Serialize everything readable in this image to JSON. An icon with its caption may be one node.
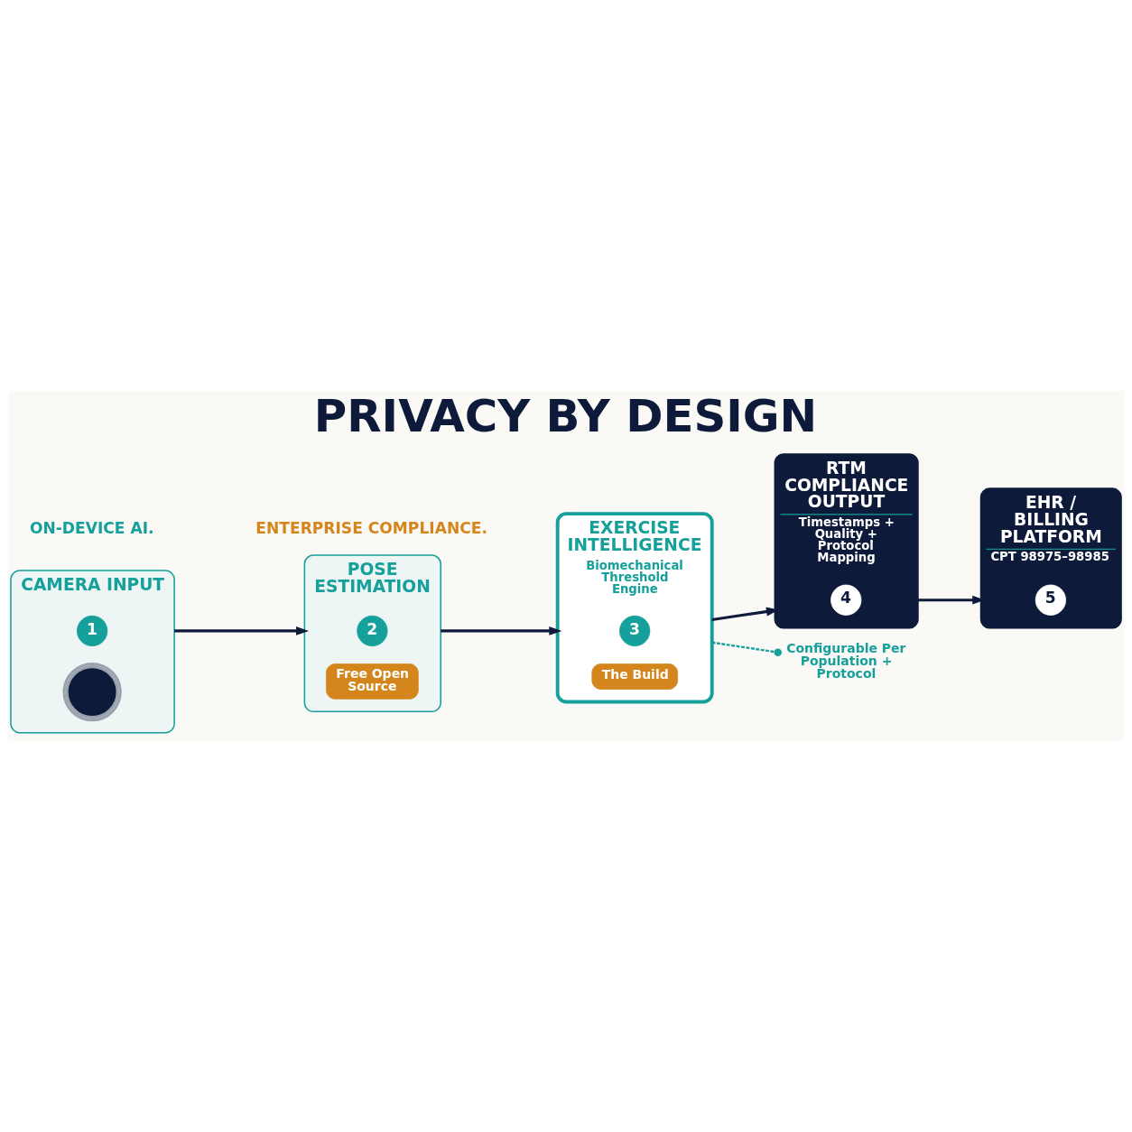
{
  "diagram": {
    "title": "PRIVACY BY DESIGN",
    "nodes": [
      {
        "text": [
          "CAMERA INPUT"
        ]
      },
      {
        "text": [
          "1"
        ],
        "in": 0
      },
      {
        "text": [],
        "shape": "picture",
        "in": 0
      },
      {
        "text": [
          "POSE ESTIMATION"
        ]
      },
      {
        "text": [
          "2"
        ],
        "in": 3
      },
      {
        "text": [
          "Free Open Source"
        ],
        "in": 3
      },
      {
        "text": [
          "EXERCISE INTELLIGENCE",
          "Biomechanical Threshold Engine"
        ]
      },
      {
        "text": [
          "3"
        ],
        "in": 6
      },
      {
        "text": [
          "The Build"
        ],
        "in": 6
      },
      {
        "text": [
          "RTM COMPLIANCE OUTPUT",
          "Timestamps + Quality + Protocol Mapping"
        ]
      },
      {
        "text": [
          "4"
        ],
        "in": 9
      },
      {
        "text": [
          "EHR / BILLING PLATFORM",
          "CPT 98975–98985"
        ]
      },
      {
        "text": [
          "5"
        ],
        "in": 11
      },
      {
        "text": [
          "Configurable Per Population + Protocol"
        ]
      }
    ],
    "edges": [
      {
        "from": 0,
        "to": 3,
        "arrow": "to"
      },
      {
        "from": 3,
        "to": 6,
        "arrow": "to"
      },
      {
        "from": 6,
        "to": 9,
        "arrow": "to"
      },
      {
        "from": 9,
        "to": 11,
        "arrow": "to"
      },
      {
        "from": 6,
        "to": 13,
        "arrow": "other",
        "style": "dashed",
        "color": "#16a09b"
      }
    ],
    "labels": [
      "ON-DEVICE AI.",
      "ENTERPRISE COMPLIANCE."
    ]
  }
}
